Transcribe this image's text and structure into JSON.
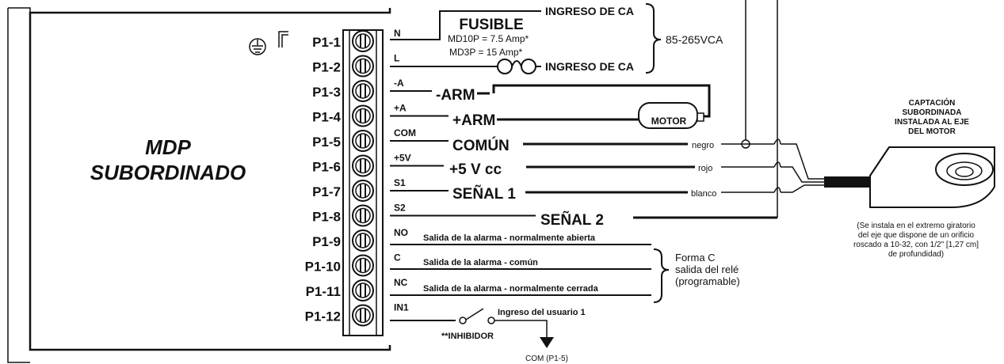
{
  "controller": {
    "title_line1": "MDP",
    "title_line2": "SUBORDINADO"
  },
  "terminals": [
    "P1-1",
    "P1-2",
    "P1-3",
    "P1-4",
    "P1-5",
    "P1-6",
    "P1-7",
    "P1-8",
    "P1-9",
    "P1-10",
    "P1-11",
    "P1-12"
  ],
  "short_labels": [
    "N",
    "L",
    "-A",
    "+A",
    "COM",
    "+5V",
    "S1",
    "S2",
    "NO",
    "C",
    "NC",
    "IN1"
  ],
  "signals": {
    "arm_neg": "-ARM",
    "arm_pos": "+ARM",
    "common": "COMÚN",
    "v5": "+5 V cc",
    "signal1": "SEÑAL 1",
    "signal2": "SEÑAL 2"
  },
  "wire_colors": {
    "black": "negro",
    "red": "rojo",
    "white": "blanco"
  },
  "motor_label": "MOTOR",
  "ac": {
    "fuse_title": "FUSIBLE",
    "fuse_md10p": "MD10P = 7.5 Amp*",
    "fuse_md3p": "MD3P = 15 Amp*",
    "input_top": "INGRESO DE CA",
    "input_bottom": "INGRESO DE CA",
    "voltage": "85-265VCA"
  },
  "alarm": {
    "no": "Salida de la alarma - normalmente abierta",
    "c": "Salida de la alarma - común",
    "nc": "Salida de la alarma - normalmente cerrada",
    "form_line1": "Forma C",
    "form_line2": "salida del relé",
    "form_line3": "(programable)"
  },
  "user_input": {
    "label": "Ingreso del usuario 1",
    "inhibitor": "**INHIBIDOR",
    "com": "COM (P1-5)"
  },
  "pickup": {
    "title_line1": "CAPTACIÓN",
    "title_line2": "SUBORDINADA",
    "title_line3": "INSTALADA AL EJE",
    "title_line4": "DEL MOTOR",
    "note_line1": "(Se instala en el extremo giratorio",
    "note_line2": "del eje que dispone de un orificio",
    "note_line3": "roscado a 10-32, con 1/2\" [1,27 cm]",
    "note_line4": "de profundidad)"
  }
}
